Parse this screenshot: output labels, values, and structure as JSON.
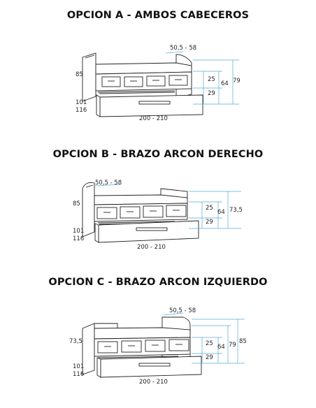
{
  "options": [
    {
      "id": "a",
      "title": "OPCION A - AMBOS CABECEROS",
      "labels": {
        "top_dim": "50,5 - 58",
        "left_height": "85",
        "left_width_1": "101",
        "left_width_2": "116",
        "bottom_length": "200 - 210",
        "right_dim_upper": "25",
        "right_dim_lower": "29",
        "right_dim_mid": "64",
        "right_dim_total": "79"
      }
    },
    {
      "id": "b",
      "title": "OPCION B - BRAZO ARCON DERECHO",
      "labels": {
        "top_dim": "50,5 - 58",
        "left_height": "85",
        "left_width_1": "101",
        "left_width_2": "116",
        "bottom_length": "200 - 210",
        "right_dim_upper": "25",
        "right_dim_lower": "29",
        "right_dim_mid": "64",
        "right_dim_total": "73,5"
      }
    },
    {
      "id": "c",
      "title": "OPCION C - BRAZO ARCON IZQUIERDO",
      "labels": {
        "top_dim": "50,5 - 58",
        "left_height": "73,5",
        "left_width_1": "101",
        "left_width_2": "116",
        "bottom_length": "200 - 210",
        "right_dim_upper": "25",
        "right_dim_lower": "29",
        "right_dim_mid": "64",
        "right_dim_total": "85"
      }
    }
  ],
  "colors": {
    "dimension_line": "#5aa7d6",
    "outline": "#222222"
  }
}
